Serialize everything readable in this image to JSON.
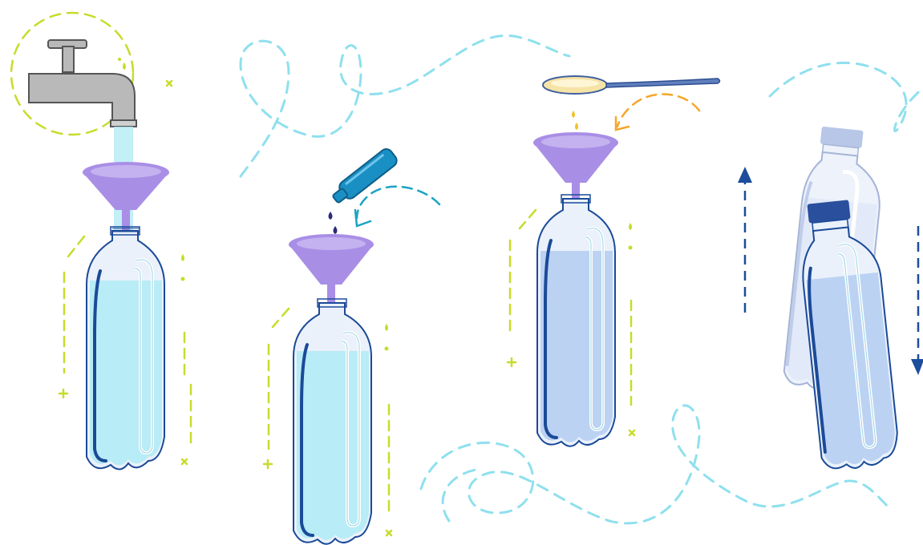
{
  "colors": {
    "water": "#b8ecf6",
    "water_tinted": "#bcd2f3",
    "bottle_outline": "#1b4a98",
    "bottle_fill": "#eaf1fb",
    "funnel": "#a98ee6",
    "funnel_dark": "#8b6fd8",
    "faucet": "#b9b9b9",
    "faucet_outline": "#555555",
    "lime": "#c7dc2b",
    "cyan_dash": "#8fe0ee",
    "teal_dash": "#1aa3c2",
    "orange": "#f4a62a",
    "arrow": "#1c4e9b",
    "dropper": "#1a8fc4",
    "spoon": "#5f7fbf",
    "ink_drop": "#2b2b7a"
  },
  "icons": {
    "step1": "faucet-icon",
    "step2": "dropper-icon",
    "step3": "spoon-icon",
    "step4": "up-down-arrows-icon",
    "funnel": "funnel-icon",
    "bottle": "bottle-icon",
    "drop": "drop-icon"
  },
  "steps": [
    {
      "id": "fill-water",
      "tool": "faucet"
    },
    {
      "id": "add-dye",
      "tool": "dropper"
    },
    {
      "id": "add-oil",
      "tool": "spoon"
    },
    {
      "id": "shake",
      "tool": "arrows"
    }
  ]
}
